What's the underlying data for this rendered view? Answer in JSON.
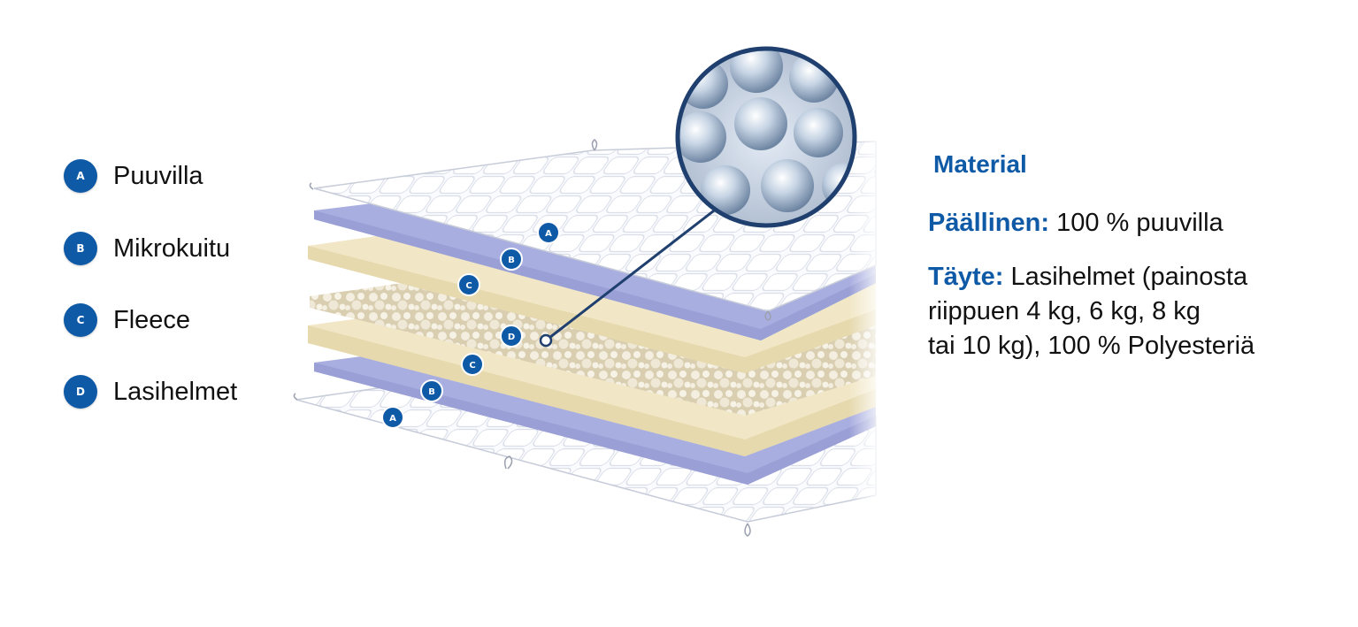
{
  "legend": [
    {
      "letter": "A",
      "label": "Puuvilla"
    },
    {
      "letter": "B",
      "label": "Mikrokuitu"
    },
    {
      "letter": "C",
      "label": "Fleece"
    },
    {
      "letter": "D",
      "label": "Lasihelmet"
    }
  ],
  "layer_markers": [
    "A",
    "B",
    "C",
    "D",
    "C",
    "B",
    "A"
  ],
  "info": {
    "heading": "Material",
    "cover_key": "Päällinen:",
    "cover_value": "100 % puuvilla",
    "filling_key": "Täyte:",
    "filling_line1": "Lasihelmet (painosta",
    "filling_line2": "riippuen 4 kg, 6 kg, 8 kg",
    "filling_line3": "tai 10 kg), 100 % Polyesteriä"
  },
  "colors": {
    "accent": "#0f5aa6",
    "microfiber": "#a9aee0",
    "fleece": "#f1e7c6",
    "cotton": "#f4f6fb"
  }
}
